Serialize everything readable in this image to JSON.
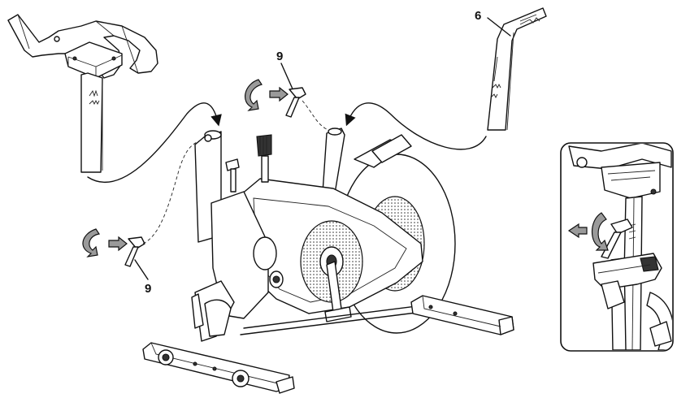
{
  "callouts": {
    "part_6": "6",
    "part_9_top": "9",
    "part_9_bottom": "9"
  },
  "colors": {
    "line": "#111111",
    "arrow_fill": "#9a9a9a",
    "background": "#ffffff"
  }
}
